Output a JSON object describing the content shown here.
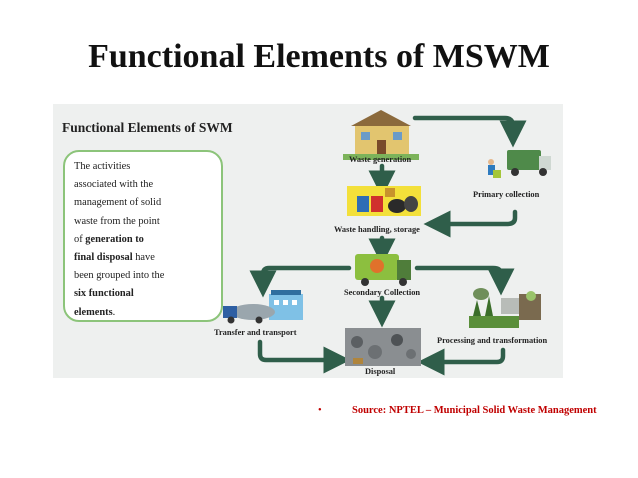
{
  "slide": {
    "title": "Functional Elements of MSWM"
  },
  "figure": {
    "title": "Functional Elements of SWM",
    "description": {
      "line1": "The activities",
      "line2": "associated with the",
      "line3": "management of solid",
      "line4": "waste from the point",
      "line5_pre": "of ",
      "line5_bold": "generation to",
      "line6_bold": "final disposal",
      "line6_post": " have",
      "line7": "been grouped into the",
      "line8_bold": "six functional",
      "line9_bold": "elements",
      "line9_post": "."
    },
    "nodes": {
      "generation": "Waste generation",
      "primary": "Primary collection",
      "handling": "Waste handling, storage",
      "secondary": "Secondary Collection",
      "transfer": "Transfer and transport",
      "processing": "Processing and transformation",
      "disposal": "Disposal"
    },
    "colors": {
      "arrow": "#2f5e4a",
      "box_border": "#8cc47a",
      "background": "#eef0ef"
    }
  },
  "footer": {
    "bullet": "•",
    "source": "Source: NPTEL – Municipal Solid Waste Management",
    "color": "#c00000"
  }
}
